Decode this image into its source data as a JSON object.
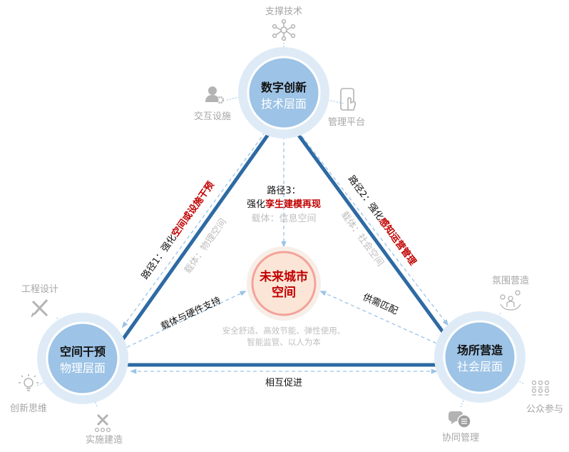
{
  "colors": {
    "main_edge": "#2e6aa3",
    "dashed": "#9cc3e6",
    "node_fill": "#9dc3e6",
    "node_halo": "#deebf7",
    "center_fill": "#fbe5d6",
    "center_ring": "#f4a29a",
    "highlight": "#c00000",
    "muted": "#a6a6a6"
  },
  "nodes": {
    "top": {
      "title": "数字创新",
      "subtitle": "技术层面"
    },
    "left": {
      "title": "空间干预",
      "subtitle": "物理层面"
    },
    "right": {
      "title": "场所营造",
      "subtitle": "社会层面"
    }
  },
  "center": {
    "line1": "未来城市",
    "line2": "空间",
    "goals_line1": "安全舒适、高效节能、弹性使用、",
    "goals_line2": "智能监管、以人为本"
  },
  "satellites": {
    "top": [
      {
        "label": "支撑技术",
        "icon": "network-icon"
      },
      {
        "label": "交互设施",
        "icon": "user-gear-icon"
      },
      {
        "label": "管理平台",
        "icon": "phone-touch-icon"
      }
    ],
    "left": [
      {
        "label": "工程设计",
        "icon": "ruler-pencil-icon"
      },
      {
        "label": "创新思维",
        "icon": "lightbulb-icon"
      },
      {
        "label": "实施建造",
        "icon": "tools-icon"
      }
    ],
    "right": [
      {
        "label": "氛围营造",
        "icon": "social-circle-icon"
      },
      {
        "label": "公众参与",
        "icon": "people-group-icon"
      },
      {
        "label": "协同管理",
        "icon": "chat-bubbles-icon"
      }
    ]
  },
  "paths": {
    "path1": {
      "prefix": "路径1：强化",
      "highlight": "空间或设施干预",
      "carrier": "载体：物理空间"
    },
    "path2": {
      "prefix": "路径2：强化",
      "highlight": "感知运营管理",
      "carrier": "载体：社会空间"
    },
    "path3": {
      "line1": "路径3：",
      "prefix": "强化",
      "highlight": "孪生建模再现",
      "carrier": "载体：信息空间"
    }
  },
  "connections": {
    "left_to_center": "载体与硬件支持",
    "right_to_center": "供需匹配",
    "bottom": "相互促进"
  }
}
